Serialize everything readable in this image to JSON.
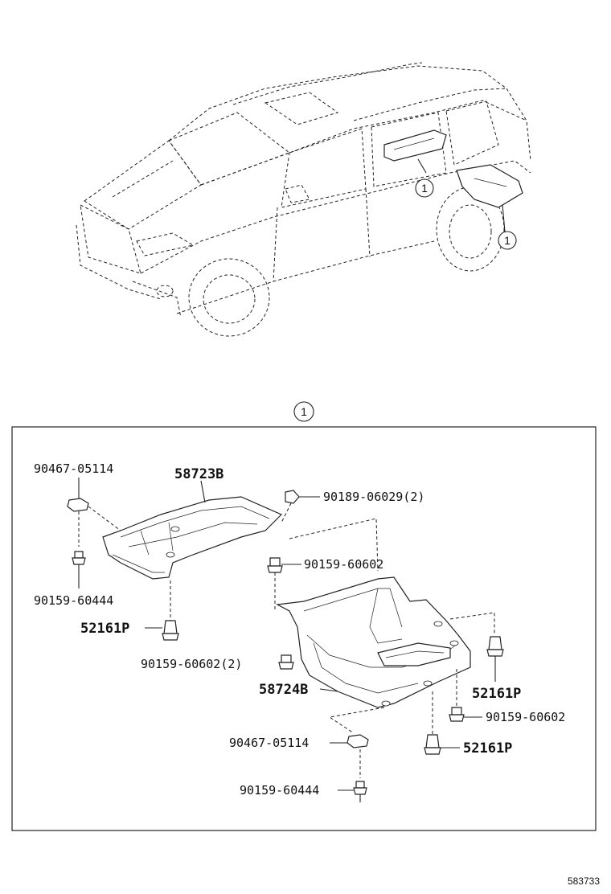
{
  "callouts": {
    "symbol": "1",
    "items": [
      {
        "id": "car-callout-1",
        "text": "1"
      },
      {
        "id": "car-callout-2",
        "text": "1"
      },
      {
        "id": "section-callout",
        "text": "1"
      }
    ]
  },
  "parts": [
    {
      "id": "clip-top-left",
      "number": "90467-05114"
    },
    {
      "id": "cover-upper",
      "number": "58723B"
    },
    {
      "id": "screw-top-right",
      "number": "90189-06029(2)"
    },
    {
      "id": "screw-mid",
      "number": "90159-60602"
    },
    {
      "id": "screw-left",
      "number": "90159-60444"
    },
    {
      "id": "grommet-left",
      "number": "52161P"
    },
    {
      "id": "screw-mid-2",
      "number": "90159-60602(2)"
    },
    {
      "id": "cover-lower",
      "number": "58724B"
    },
    {
      "id": "grommet-right-top",
      "number": "52161P"
    },
    {
      "id": "screw-right",
      "number": "90159-60602"
    },
    {
      "id": "clip-bottom",
      "number": "90467-05114"
    },
    {
      "id": "grommet-right-bottom",
      "number": "52161P"
    },
    {
      "id": "screw-bottom",
      "number": "90159-60444"
    }
  ],
  "reference_number": "583733"
}
